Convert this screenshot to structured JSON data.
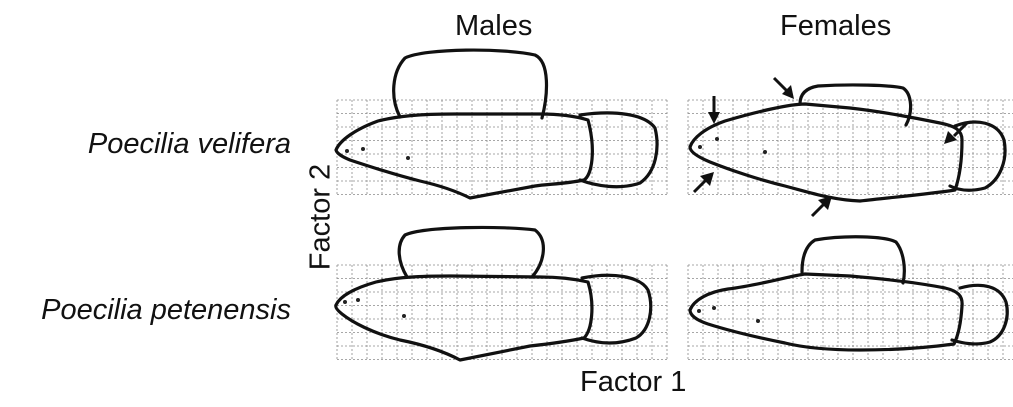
{
  "columns": [
    "Males",
    "Females"
  ],
  "rows": [
    "Poecilia velifera",
    "Poecilia petenensis"
  ],
  "axes": {
    "x_label": "Factor 1",
    "y_label": "Factor 2"
  },
  "colors": {
    "outline": "#111111",
    "grid": "#8a8a8a",
    "background": "#ffffff"
  }
}
